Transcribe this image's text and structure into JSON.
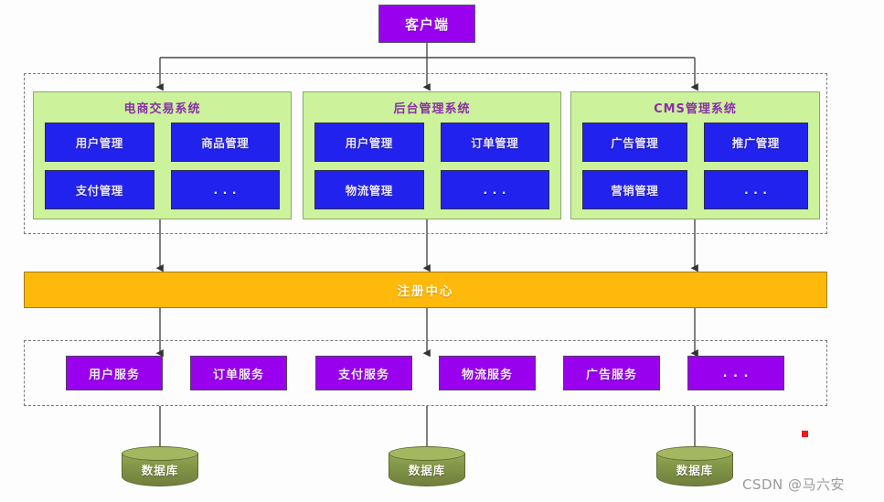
{
  "client": {
    "label": "客户端"
  },
  "systems_zone": {
    "systems": [
      {
        "title": "电商交易系统",
        "modules": [
          "用户管理",
          "商品管理",
          "支付管理",
          ". . ."
        ]
      },
      {
        "title": "后台管理系统",
        "modules": [
          "用户管理",
          "订单管理",
          "物流管理",
          ". . ."
        ]
      },
      {
        "title": "CMS管理系统",
        "modules": [
          "广告管理",
          "推广管理",
          "营销管理",
          ". . ."
        ]
      }
    ]
  },
  "registry": {
    "label": "注册中心"
  },
  "services_zone": {
    "services": [
      "用户服务",
      "订单服务",
      "支付服务",
      "物流服务",
      "广告服务",
      ". . ."
    ]
  },
  "databases": [
    {
      "label": "数据库"
    },
    {
      "label": "数据库"
    },
    {
      "label": "数据库"
    }
  ],
  "watermark": {
    "text": "CSDN @马六安"
  },
  "colors": {
    "client_fill": "#9900ee",
    "system_fill": "#ccf29c",
    "module_fill": "#2222ee",
    "registry_fill": "#ffb90a",
    "service_fill": "#9900ee",
    "database_fill": "#7e9045",
    "connector_stroke": "#4a4a4a",
    "dashed_border": "#7a7a7a",
    "marker_dot": "#f01818"
  }
}
